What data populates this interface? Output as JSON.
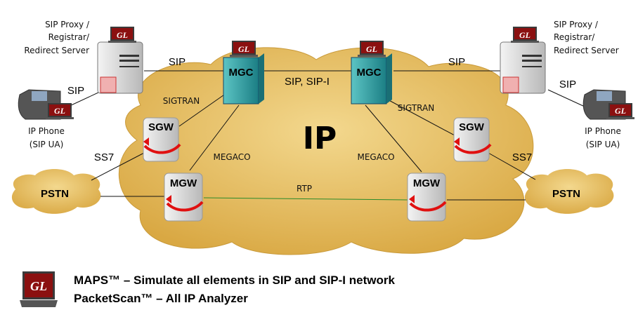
{
  "diagram": {
    "cloud_label": "IP",
    "pstn_left": "PSTN",
    "pstn_right": "PSTN",
    "server_left_label": [
      "SIP Proxy /",
      "Registrar/",
      "Redirect Server"
    ],
    "server_right_label": [
      "SIP Proxy /",
      "Registrar/",
      "Redirect Server"
    ],
    "phone_left_label": [
      "IP Phone",
      "(SIP UA)"
    ],
    "phone_right_label": [
      "IP Phone",
      "(SIP UA)"
    ],
    "mgc_left": "MGC",
    "mgc_right": "MGC",
    "sgw_left": "SGW",
    "sgw_right": "SGW",
    "mgw_left": "MGW",
    "mgw_right": "MGW",
    "gl_badge": "GL",
    "links": {
      "sip_server_mgc_left": "SIP",
      "sip_phone_server_left": "SIP",
      "sip_mgc_mgc": "SIP, SIP-I",
      "sip_server_mgc_right": "SIP",
      "sip_phone_server_right": "SIP",
      "sigtran_left": "SIGTRAN",
      "sigtran_right": "SIGTRAN",
      "megaco_left": "MEGACO",
      "megaco_right": "MEGACO",
      "ss7_left": "SS7",
      "ss7_right": "SS7",
      "rtp": "RTP"
    },
    "colors": {
      "cloud": "#e6bd5c",
      "mgc": "#2a9a9e",
      "gl_red": "#8b1010",
      "rtp_line": "#2a8a2a",
      "arrow": "#e01010"
    }
  },
  "legend": {
    "line1": "MAPS™ –  Simulate all elements in SIP and SIP-I network",
    "line2": "PacketScan™  –  All IP Analyzer"
  }
}
